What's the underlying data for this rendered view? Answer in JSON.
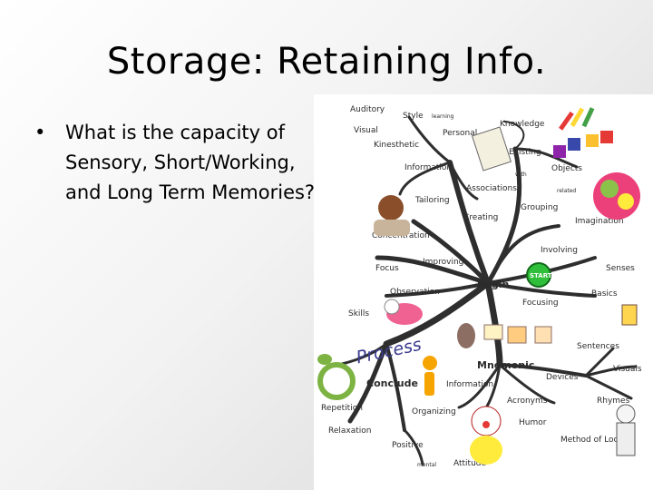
{
  "slide": {
    "title": "Storage: Retaining Info.",
    "bullets": [
      "What is the capacity of Sensory, Short/Working, and Long Term Memories?"
    ]
  },
  "mindmap": {
    "center": "Begin",
    "start": "START",
    "process": "Process",
    "mnemonic": "Mnemonic",
    "labels": {
      "auditory": "Auditory",
      "visual": "Visual",
      "style": "Style",
      "learning": "learning",
      "kinesthetic": "Kinesthetic",
      "personal": "Personal",
      "knowledge": "Knowledge",
      "existing": "Existing",
      "information": "Information",
      "objects": "Objects",
      "associations": "Associations",
      "with": "with",
      "related": "related",
      "tailoring": "Tailoring",
      "grouping": "Grouping",
      "creating": "Creating",
      "imagination": "Imagination",
      "concentration": "Concentration",
      "involving": "Involving",
      "improving": "Improving",
      "focus": "Focus",
      "senses": "Senses",
      "observation": "Observation",
      "focusing": "Focusing",
      "basics": "Basics",
      "skills": "Skills",
      "sentences": "Sentences",
      "visuals": "Visuals",
      "devices": "Devices",
      "conclude": "Conclude",
      "information2": "Information",
      "acronyms": "Acronyms",
      "rhymes": "Rhymes",
      "repetition": "Repetition",
      "organizing": "Organizing",
      "humor": "Humor",
      "relaxation": "Relaxation",
      "method_of_loci": "Method of Loci",
      "positive": "Positive",
      "attitude": "Attitude",
      "mental": "mental"
    },
    "icon_names": [
      "thinking-person-icon",
      "book-icon",
      "shapes-icon",
      "crayons-icon",
      "brain-icon",
      "cat-icon",
      "info-icon",
      "recycle-icon",
      "clown-icon",
      "bird-icon",
      "reading-person-icon",
      "computer-icon",
      "trophy-icon"
    ]
  }
}
